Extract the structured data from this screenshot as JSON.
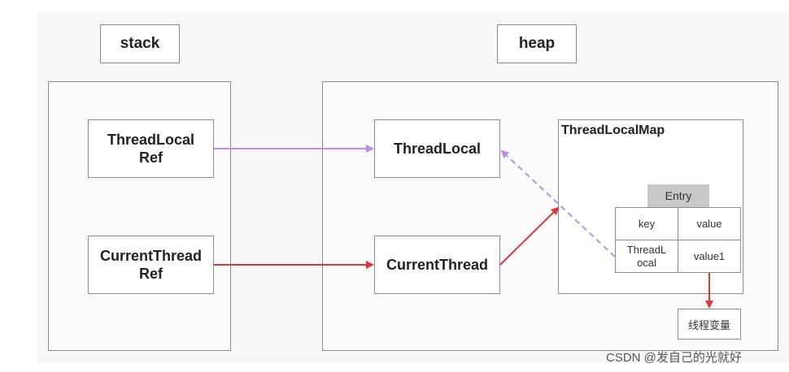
{
  "stack": {
    "header": "stack"
  },
  "heap": {
    "header": "heap"
  },
  "nodes": {
    "threadlocal_ref": [
      "ThreadLocal",
      "Ref"
    ],
    "currentthread_ref": [
      "CurrentThread",
      "Ref"
    ],
    "threadlocal": "ThreadLocal",
    "currentthread": "CurrentThread"
  },
  "map": {
    "title": "ThreadLocalMap",
    "entry_label": "Entry",
    "table": {
      "headers": [
        "key",
        "value"
      ],
      "row": {
        "key": [
          "ThreadL",
          "ocal"
        ],
        "value": "value1"
      }
    },
    "thread_variable": "线程变量"
  },
  "arrows": {
    "ref_to_threadlocal": {
      "color": "#b98cf2",
      "style": "solid"
    },
    "ref_to_currentthread": {
      "color": "#d83a3a",
      "style": "solid"
    },
    "currentthread_to_map": {
      "color": "#d83a3a",
      "style": "solid"
    },
    "key_to_threadlocal": {
      "color": "#b98cf2",
      "style": "dashed"
    },
    "value_to_variable": {
      "color": "#d83a3a",
      "style": "solid"
    }
  },
  "watermark": "CSDN @发自己的光就好"
}
